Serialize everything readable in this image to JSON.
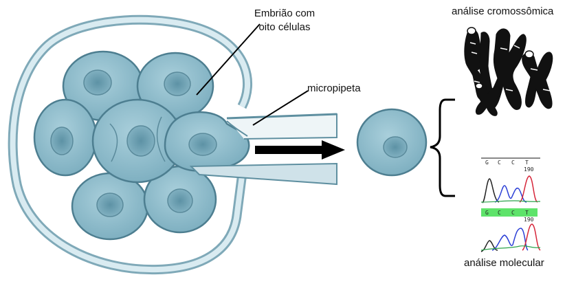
{
  "labels": {
    "embryo_line1": "Embrião com",
    "embryo_line2": "oito células",
    "micropipette": "micropipeta",
    "chromosome_analysis": "análise cromossômica",
    "molecular_analysis": "análise molecular"
  },
  "sequence_top": {
    "bases": [
      "G",
      "C",
      "C",
      "T"
    ],
    "position": "190"
  },
  "sequence_bottom": {
    "bases": [
      "G",
      "C",
      "C",
      "T"
    ],
    "position": "190"
  },
  "colors": {
    "cell_fill": "#8fbccb",
    "cell_stroke": "#4d7e90",
    "nucleus_fill": "#6fa2b4",
    "zona_fill": "#c6dde6",
    "arrow": "#000000",
    "chromosome": "#111111",
    "trace_g": "#222222",
    "trace_c": "#2b3fd6",
    "trace_t": "#d6263a",
    "trace_a": "#2ba34a",
    "sequence_highlight": "#5ee36a"
  }
}
